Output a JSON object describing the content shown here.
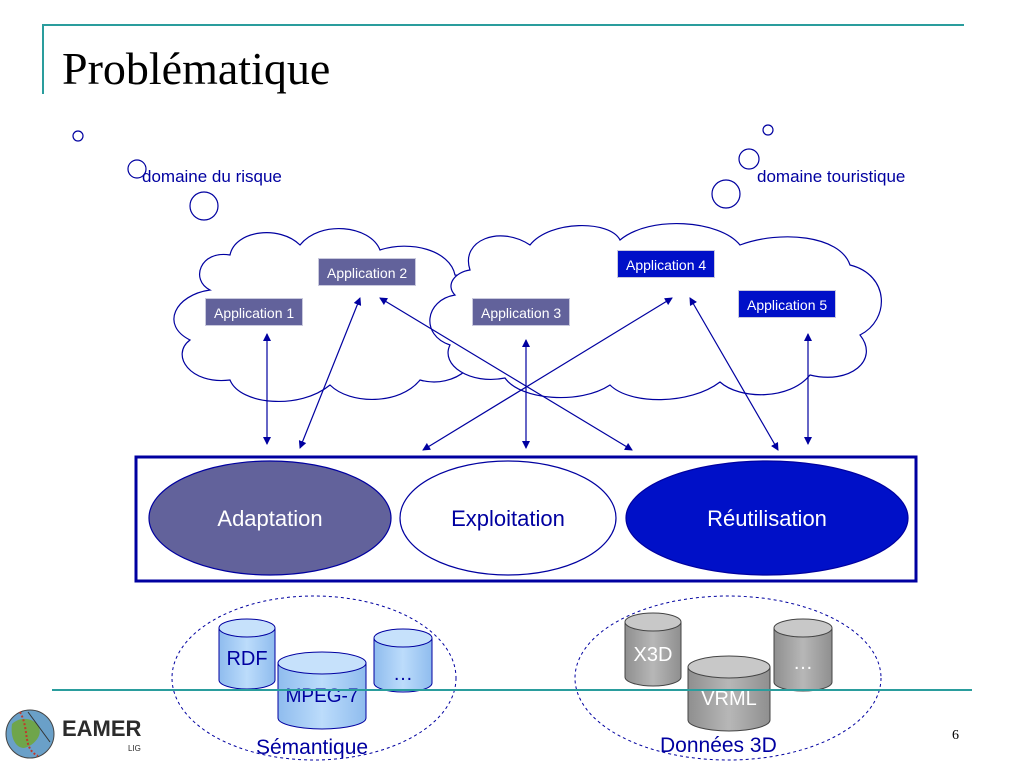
{
  "slide": {
    "title": "Problématique",
    "page_number": "6"
  },
  "domains": {
    "risk_label": "domaine du risque",
    "tourism_label": "domaine touristique"
  },
  "applications": [
    {
      "label": "Application 1",
      "color": "#62629b"
    },
    {
      "label": "Application 2",
      "color": "#62629b"
    },
    {
      "label": "Application 3",
      "color": "#62629b"
    },
    {
      "label": "Application 4",
      "color": "#0010c8"
    },
    {
      "label": "Application 5",
      "color": "#0010c8"
    }
  ],
  "processes": [
    {
      "label": "Adaptation",
      "fill": "#62629b",
      "text_color": "#ffffff"
    },
    {
      "label": "Exploitation",
      "fill": "#ffffff",
      "text_color": "#0000a0"
    },
    {
      "label": "Réutilisation",
      "fill": "#0010c8",
      "text_color": "#ffffff"
    }
  ],
  "semantic_group": {
    "label": "Sémantique",
    "databases": [
      "RDF",
      "MPEG-7",
      "…"
    ],
    "color": "#a8cdf5"
  },
  "data3d_group": {
    "label": "Données 3D",
    "databases": [
      "X3D",
      "VRML",
      "…"
    ],
    "color": "#a6a6a6"
  },
  "logo": {
    "text": "EAMER",
    "subtext": "LIG"
  },
  "colors": {
    "accent_line": "#2a9d9d",
    "arrow": "#0000a0"
  }
}
